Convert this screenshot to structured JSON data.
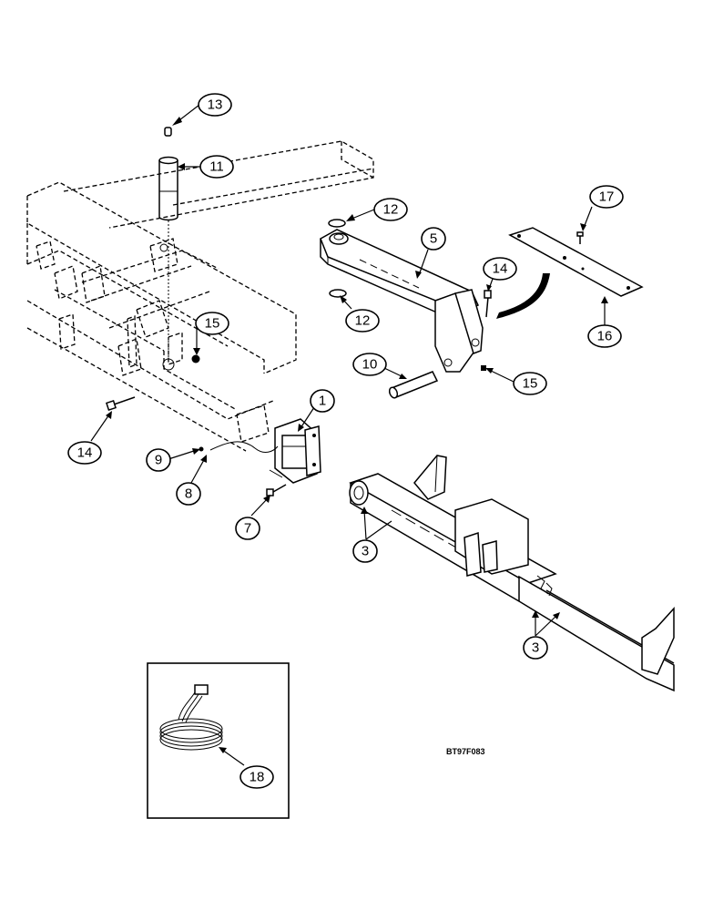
{
  "figure_ref": "BT97F083",
  "callouts": {
    "c13": "13",
    "c11": "11",
    "c12a": "12",
    "c12b": "12",
    "c5": "5",
    "c14a": "14",
    "c17": "17",
    "c16": "16",
    "c15a": "15",
    "c15b": "15",
    "c10": "10",
    "c1": "1",
    "c14b": "14",
    "c9": "9",
    "c8": "8",
    "c7": "7",
    "c3a": "3",
    "c3b": "3",
    "c18": "18"
  }
}
